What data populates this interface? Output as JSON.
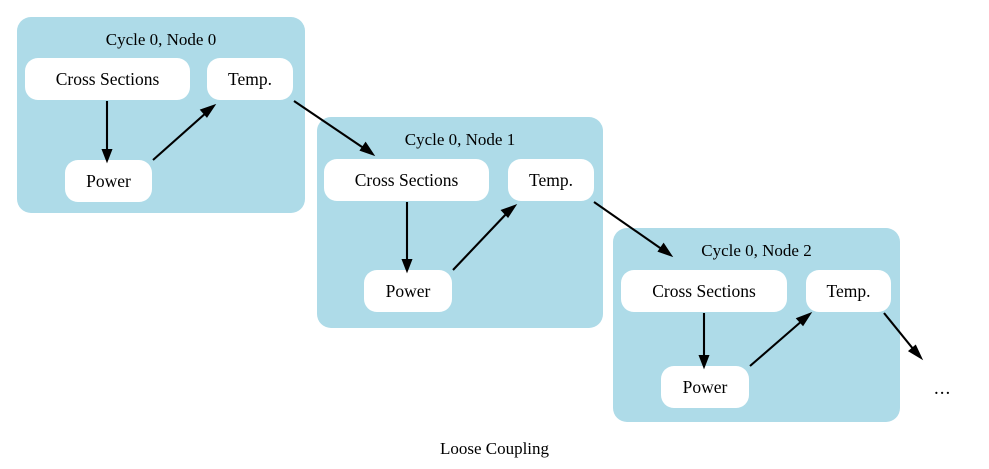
{
  "figure": {
    "caption": "Loose Coupling",
    "continuation_marker": "...",
    "cluster_color": "#aedbe8",
    "node_color": "#ffffff",
    "edge_color": "#000000"
  },
  "clusters": [
    {
      "title": "Cycle 0, Node 0",
      "nodes": {
        "cross_sections": "Cross Sections",
        "temp": "Temp.",
        "power": "Power"
      }
    },
    {
      "title": "Cycle 0, Node 1",
      "nodes": {
        "cross_sections": "Cross Sections",
        "temp": "Temp.",
        "power": "Power"
      }
    },
    {
      "title": "Cycle 0, Node 2",
      "nodes": {
        "cross_sections": "Cross Sections",
        "temp": "Temp.",
        "power": "Power"
      }
    }
  ],
  "edges": [
    {
      "from": "Cross Sections (Node 0)",
      "to": "Power (Node 0)"
    },
    {
      "from": "Power (Node 0)",
      "to": "Temp. (Node 0)"
    },
    {
      "from": "Temp. (Node 0)",
      "to": "Cross Sections (Node 1)"
    },
    {
      "from": "Cross Sections (Node 1)",
      "to": "Power (Node 1)"
    },
    {
      "from": "Power (Node 1)",
      "to": "Temp. (Node 1)"
    },
    {
      "from": "Temp. (Node 1)",
      "to": "Cross Sections (Node 2)"
    },
    {
      "from": "Cross Sections (Node 2)",
      "to": "Power (Node 2)"
    },
    {
      "from": "Power (Node 2)",
      "to": "Temp. (Node 2)"
    },
    {
      "from": "Temp. (Node 2)",
      "to": "..."
    }
  ]
}
